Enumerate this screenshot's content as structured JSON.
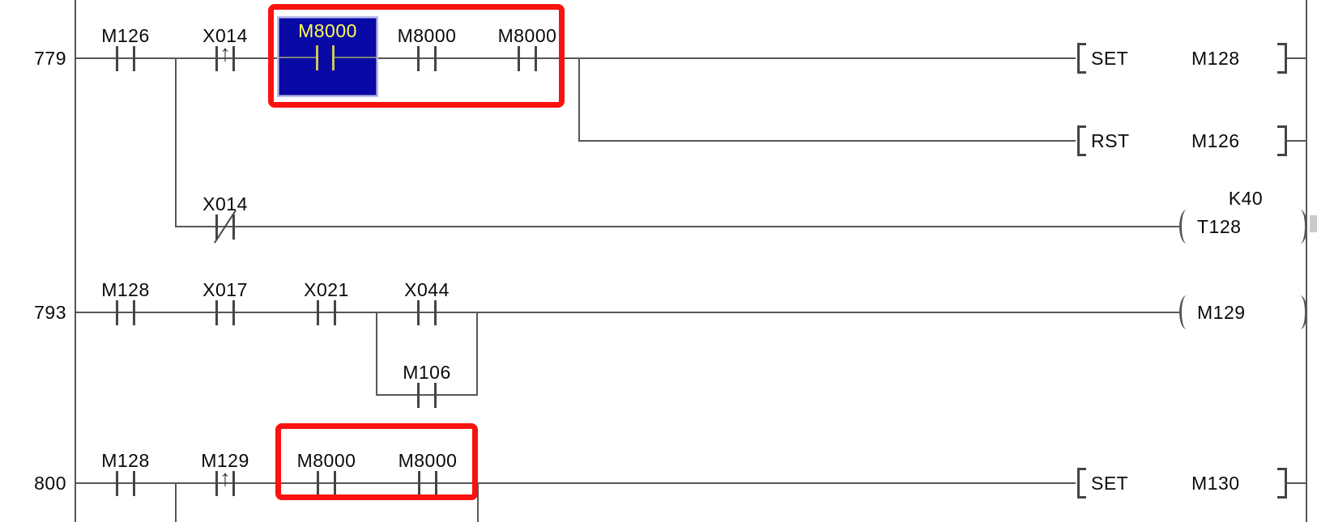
{
  "diagram": {
    "type": "plc-ladder",
    "icons": {
      "rising_edge": "↑"
    },
    "colors": {
      "wire": "#575757",
      "text": "#0a0a0a",
      "highlight_box": "#fa1210",
      "selection_fill": "#0909a5",
      "selection_text": "#ffff4f"
    },
    "rungs": {
      "r779": {
        "number": "779",
        "contacts": {
          "c1": {
            "label": "M126",
            "type": "normally-open"
          },
          "c2": {
            "label": "X014",
            "type": "rising-pulse"
          },
          "c3": {
            "label": "M8000",
            "type": "normally-open",
            "selected": true
          },
          "c4": {
            "label": "M8000",
            "type": "normally-open"
          },
          "c5": {
            "label": "M8000",
            "type": "normally-open"
          }
        },
        "set": {
          "op": "SET",
          "operand": "M128"
        },
        "rst": {
          "op": "RST",
          "operand": "M126"
        },
        "timer_branch": {
          "contact": {
            "label": "X014",
            "type": "normally-closed"
          },
          "coil": {
            "label": "T128"
          },
          "preset": "K40"
        }
      },
      "r793": {
        "number": "793",
        "contacts": {
          "c1": {
            "label": "M128",
            "type": "normally-open"
          },
          "c2": {
            "label": "X017",
            "type": "normally-open"
          },
          "c3": {
            "label": "X021",
            "type": "normally-open"
          },
          "c4": {
            "label": "X044",
            "type": "normally-open"
          }
        },
        "parallel_contact": {
          "label": "M106",
          "type": "normally-open"
        },
        "coil": {
          "label": "M129"
        }
      },
      "r800": {
        "number": "800",
        "contacts": {
          "c1": {
            "label": "M128",
            "type": "normally-open"
          },
          "c2": {
            "label": "M129",
            "type": "rising-pulse"
          },
          "c3": {
            "label": "M8000",
            "type": "normally-open"
          },
          "c4": {
            "label": "M8000",
            "type": "normally-open"
          }
        },
        "set": {
          "op": "SET",
          "operand": "M130"
        }
      }
    }
  }
}
